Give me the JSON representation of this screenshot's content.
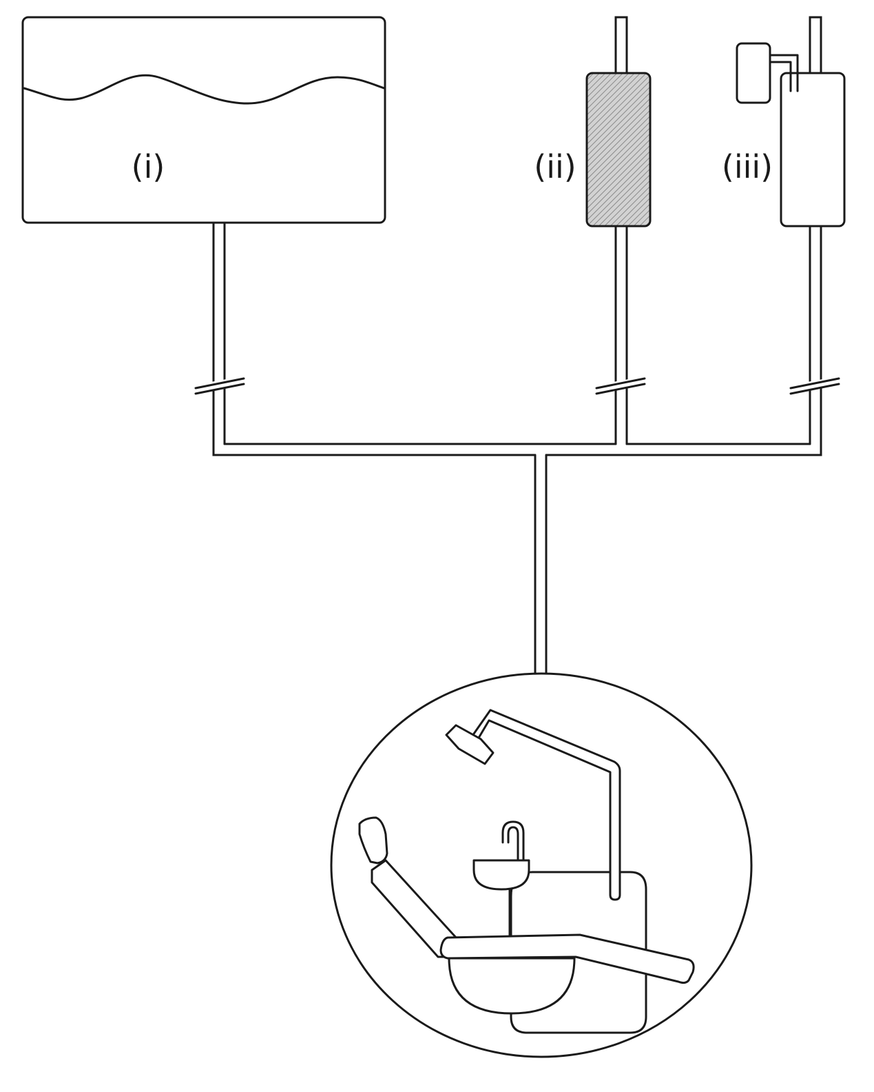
{
  "labels": {
    "tank": "(i)",
    "filter": "(ii)",
    "dosing": "(iii)"
  },
  "colors": {
    "line": "#1a1a1a",
    "filter_fill": "#c8c8c8",
    "background": "#ffffff"
  }
}
